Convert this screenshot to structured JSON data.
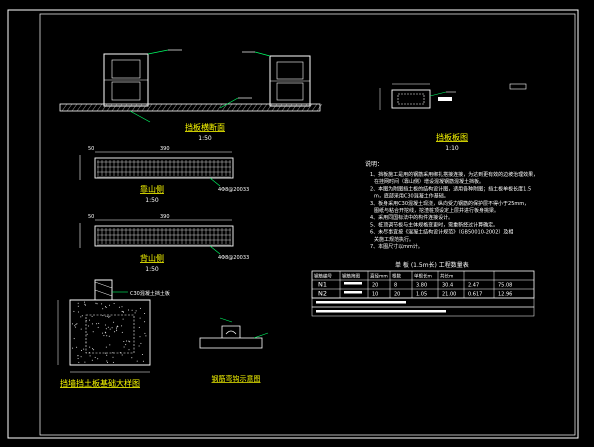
{
  "drawing": {
    "colors": {
      "background": "#000000",
      "frame": "#ffffff",
      "line": "#ffffff",
      "title_yellow": "#ffff00",
      "leader_green": "#00ff66",
      "accent_cyan": "#00ffff",
      "accent_red": "#ff3333"
    },
    "views": {
      "cross_section": {
        "title": "挡板横断面",
        "scale": "1:50"
      },
      "slab_side_1": {
        "title": "靠山侧",
        "scale": "1:50",
        "dim_left": "50",
        "dim_mid": "390",
        "note": "4Φ8@20033"
      },
      "slab_side_2": {
        "title": "背山侧",
        "scale": "1:50",
        "dim_left": "50",
        "dim_mid": "390",
        "note": "4Φ8@20033"
      },
      "baffle_detail": {
        "title": "挡板板图",
        "scale": "1:10"
      },
      "foundation": {
        "title": "挡墙挡土板基础大样图",
        "label": "C30混凝土挡土板"
      },
      "rebar_bend": {
        "title": "钢筋弯钩示意图"
      }
    },
    "notes": {
      "heading": "说明：",
      "items": [
        "1、挡板施工是用的钢筋采用绑扎搭接连接，为达到更有效的边坡治理效果，在挂网时间（靠山侧）增设混凝钢筋混凝土挡板。",
        "2、本图为附图挡土板的结构设计图，适用各种附图；挡土板单板长度1.5m，底部采用C30混凝土作基础。",
        "3、板身采用C30混凝土现浇，纵向受力钢筋的保护层不得小于25mm，图纸与粘合开挖线，挖渣桩顶设定上层并进行板身挑梁。",
        "4、采用同国标法中的构件连接设计。",
        "5、桩顶调节板与主体规格变更时，需重新经过计算确定。",
        "6、未尽事宜按《混凝土结构设计规范》（GB50010-2002）及相关施工规范执行。",
        "7、本图尺寸以mm计。"
      ]
    },
    "table": {
      "caption": "单 板 (1.5m长) 工程数量表",
      "headers": [
        "钢筋编号",
        "钢筋简图",
        "直径mm",
        "根数",
        "单根长m",
        "共长m",
        "",
        ""
      ],
      "rows": [
        {
          "id": "N1",
          "diameter": "20",
          "count": "8",
          "unit_len": "3.80",
          "total": "30.4",
          "c6": "2.47",
          "c7": "75.08"
        },
        {
          "id": "N2",
          "diameter": "10",
          "count": "20",
          "unit_len": "1.05",
          "total": "21.00",
          "c6": "0.617",
          "c7": "12.96"
        }
      ]
    }
  }
}
